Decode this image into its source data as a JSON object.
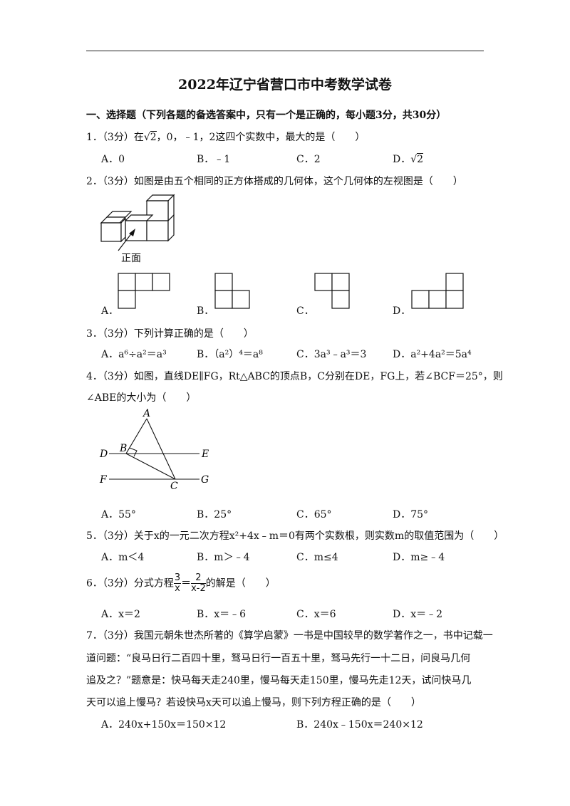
{
  "title": "2022年辽宁省营口市中考数学试卷",
  "section1": "一、选择题（下列各题的备选答案中，只有一个是正确的，每小题3分，共30分）",
  "q1": {
    "pre": "1．（3分）在",
    "radicand": "2",
    "post": "，0，﹣1，2这四个实数中，最大的是（　　）",
    "a": "A．0",
    "b": "B．﹣1",
    "c": "C．2",
    "d_pre": "D．",
    "d_rad": "2"
  },
  "q2": {
    "text": "2．（3分）如图是由五个相同的正方体搭成的几何体，这个几何体的左视图是（　　）",
    "front_label": "正面",
    "a": "A．",
    "b": "B．",
    "c": "C．",
    "d": "D．"
  },
  "q3": {
    "text": "3．（3分）下列计算正确的是（　　）",
    "a": "A．a⁶÷a²＝a³",
    "b": "B．（a²）⁴＝a⁸",
    "c": "C．3a³﹣a³＝3",
    "d": "D．a²+4a²＝5a⁴"
  },
  "q4": {
    "line1": "4．（3分）如图，直线DE∥FG，Rt△ABC的顶点B，C分别在DE，FG上，若∠BCF＝25°，则",
    "line2": "∠ABE的大小为（　　）",
    "labels": {
      "A": "A",
      "B": "B",
      "C": "C",
      "D": "D",
      "E": "E",
      "F": "F",
      "G": "G"
    },
    "a": "A．55°",
    "b": "B．25°",
    "c": "C．65°",
    "d": "D．75°"
  },
  "q5": {
    "text": "5．（3分）关于x的一元二次方程x²+4x﹣m＝0有两个实数根，则实数m的取值范围为（　　）",
    "a": "A．m＜4",
    "b": "B．m＞﹣4",
    "c": "C．m≤4",
    "d": "D．m≥﹣4"
  },
  "q6": {
    "pre": "6．（3分）分式方程",
    "num1": "3",
    "den1": "x",
    "eq": "＝",
    "num2": "2",
    "den2": "x-2",
    "post": "的解是（　　）",
    "a": "A．x＝2",
    "b": "B．x＝﹣6",
    "c": "C．x＝6",
    "d": "D．x＝﹣2"
  },
  "q7": {
    "line1": "7．（3分）我国元朝朱世杰所著的《算学启蒙》一书是中国较早的数学著作之一，书中记载一",
    "line2": "道问题：“良马日行二百四十里，驽马日行一百五十里，驽马先行一十二日，问良马几何",
    "line3": "追及之？”题意是：快马每天走240里，慢马每天走150里，慢马先走12天，试问快马几",
    "line4": "天可以追上慢马？若设快马x天可以追上慢马，则下列方程正确的是（　　）",
    "a": "A．240x+150x＝150×12",
    "b": "B．240x﹣150x＝240×12"
  }
}
